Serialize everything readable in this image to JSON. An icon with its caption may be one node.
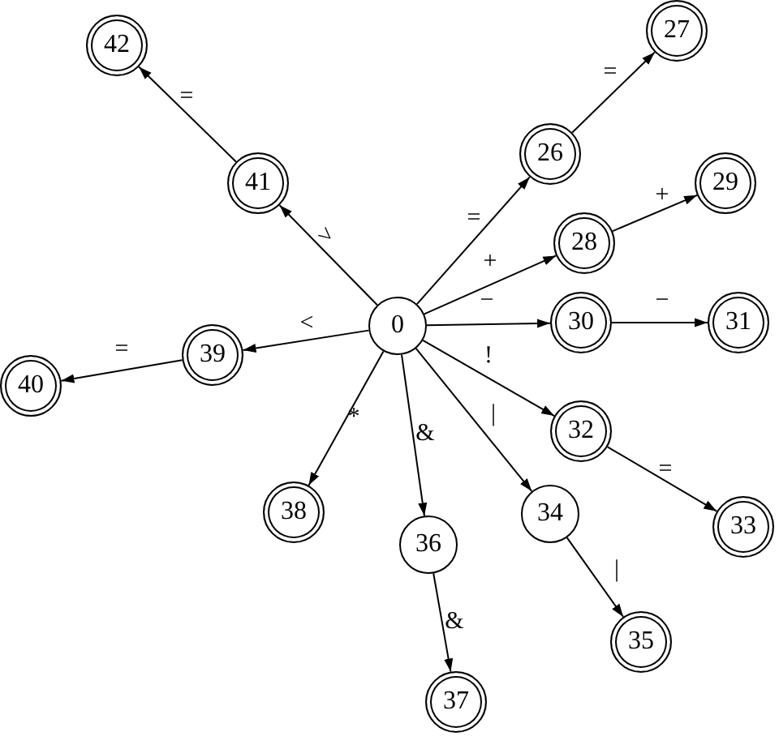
{
  "diagram": {
    "nodes": [
      {
        "text": [
          "0"
        ]
      },
      {
        "text": [
          "26"
        ]
      },
      {
        "text": [
          "27"
        ]
      },
      {
        "text": [
          "28"
        ]
      },
      {
        "text": [
          "29"
        ]
      },
      {
        "text": [
          "30"
        ]
      },
      {
        "text": [
          "31"
        ]
      },
      {
        "text": [
          "32"
        ]
      },
      {
        "text": [
          "33"
        ]
      },
      {
        "text": [
          "34"
        ]
      },
      {
        "text": [
          "35"
        ]
      },
      {
        "text": [
          "36"
        ]
      },
      {
        "text": [
          "37"
        ]
      },
      {
        "text": [
          "38"
        ]
      },
      {
        "text": [
          "39"
        ]
      },
      {
        "text": [
          "40"
        ]
      },
      {
        "text": [
          "41"
        ]
      },
      {
        "text": [
          "42"
        ]
      }
    ],
    "edges": [
      {
        "from": 0,
        "to": 1,
        "arrow": "to",
        "label": "="
      },
      {
        "from": 1,
        "to": 2,
        "arrow": "to",
        "label": "="
      },
      {
        "from": 0,
        "to": 3,
        "arrow": "to",
        "label": "+"
      },
      {
        "from": 3,
        "to": 4,
        "arrow": "to",
        "label": "+"
      },
      {
        "from": 0,
        "to": 5,
        "arrow": "to",
        "label": "−"
      },
      {
        "from": 5,
        "to": 6,
        "arrow": "to",
        "label": "−"
      },
      {
        "from": 0,
        "to": 7,
        "arrow": "to",
        "label": "!"
      },
      {
        "from": 7,
        "to": 8,
        "arrow": "to",
        "label": "="
      },
      {
        "from": 0,
        "to": 9,
        "arrow": "to",
        "label": "|"
      },
      {
        "from": 9,
        "to": 10,
        "arrow": "to",
        "label": "|"
      },
      {
        "from": 0,
        "to": 11,
        "arrow": "to",
        "label": "&"
      },
      {
        "from": 11,
        "to": 12,
        "arrow": "to",
        "label": "&"
      },
      {
        "from": 0,
        "to": 13,
        "arrow": "to",
        "label": "*"
      },
      {
        "from": 0,
        "to": 14,
        "arrow": "to",
        "label": "<"
      },
      {
        "from": 14,
        "to": 15,
        "arrow": "to",
        "label": "="
      },
      {
        "from": 0,
        "to": 16,
        "arrow": "to",
        "label": ">"
      },
      {
        "from": 16,
        "to": 17,
        "arrow": "to",
        "label": "="
      }
    ]
  }
}
